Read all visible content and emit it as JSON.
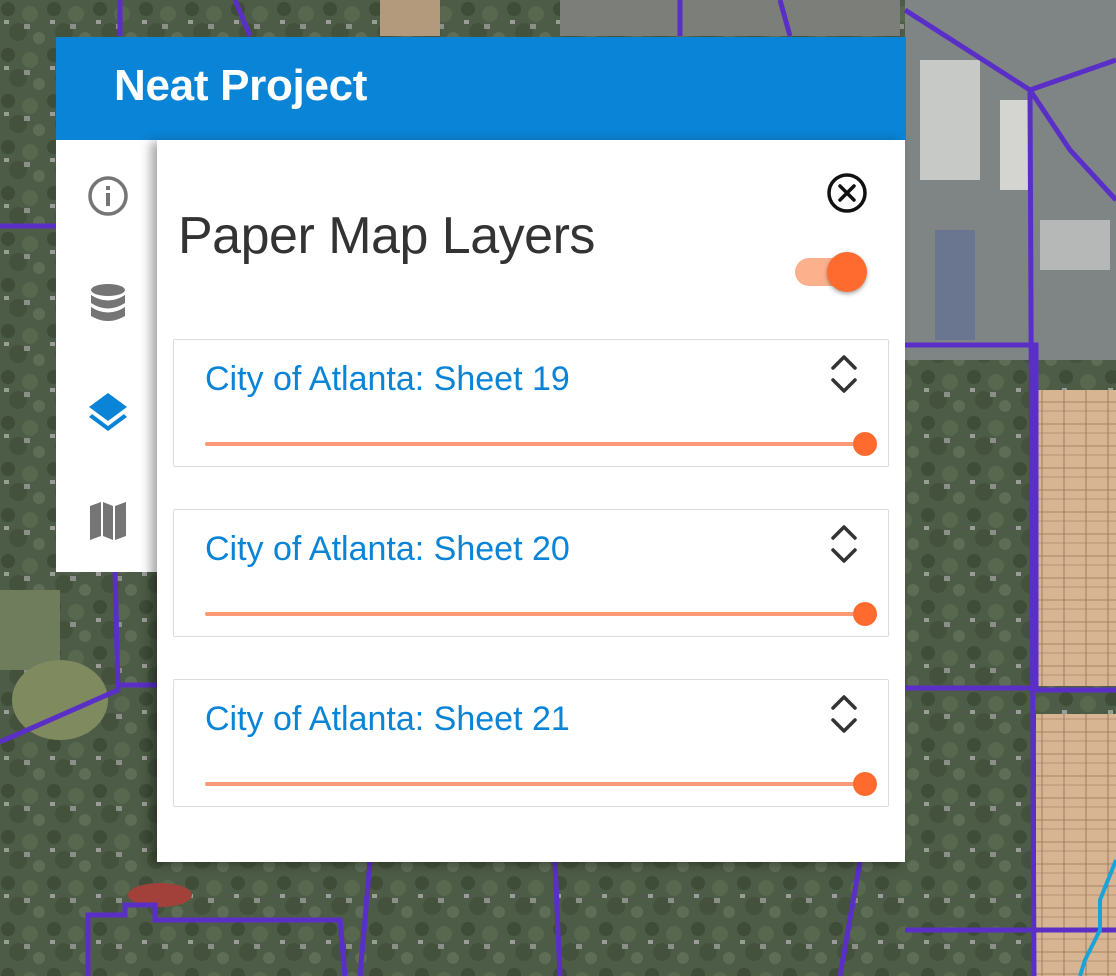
{
  "app": {
    "title": "Neat Project"
  },
  "sidebar": {
    "items": [
      {
        "name": "info",
        "icon": "info-icon",
        "active": false
      },
      {
        "name": "data",
        "icon": "database-icon",
        "active": false
      },
      {
        "name": "layers",
        "icon": "layers-icon",
        "active": true
      },
      {
        "name": "map",
        "icon": "map-icon",
        "active": false
      }
    ]
  },
  "panel": {
    "title": "Paper Map Layers",
    "close_icon": "close-circle-icon",
    "master_toggle_on": true
  },
  "layers": [
    {
      "name": "City of Atlanta: Sheet 19",
      "opacity": 1.0
    },
    {
      "name": "City of Atlanta: Sheet 20",
      "opacity": 1.0
    },
    {
      "name": "City of Atlanta: Sheet 21",
      "opacity": 1.0
    }
  ],
  "colors": {
    "header": "#0a84d6",
    "accent": "#ff6a2e",
    "accent_light": "#fb9a76",
    "link": "#0a84d6",
    "icon_inactive": "#757575",
    "map_boundary": "#5a2fc8"
  }
}
